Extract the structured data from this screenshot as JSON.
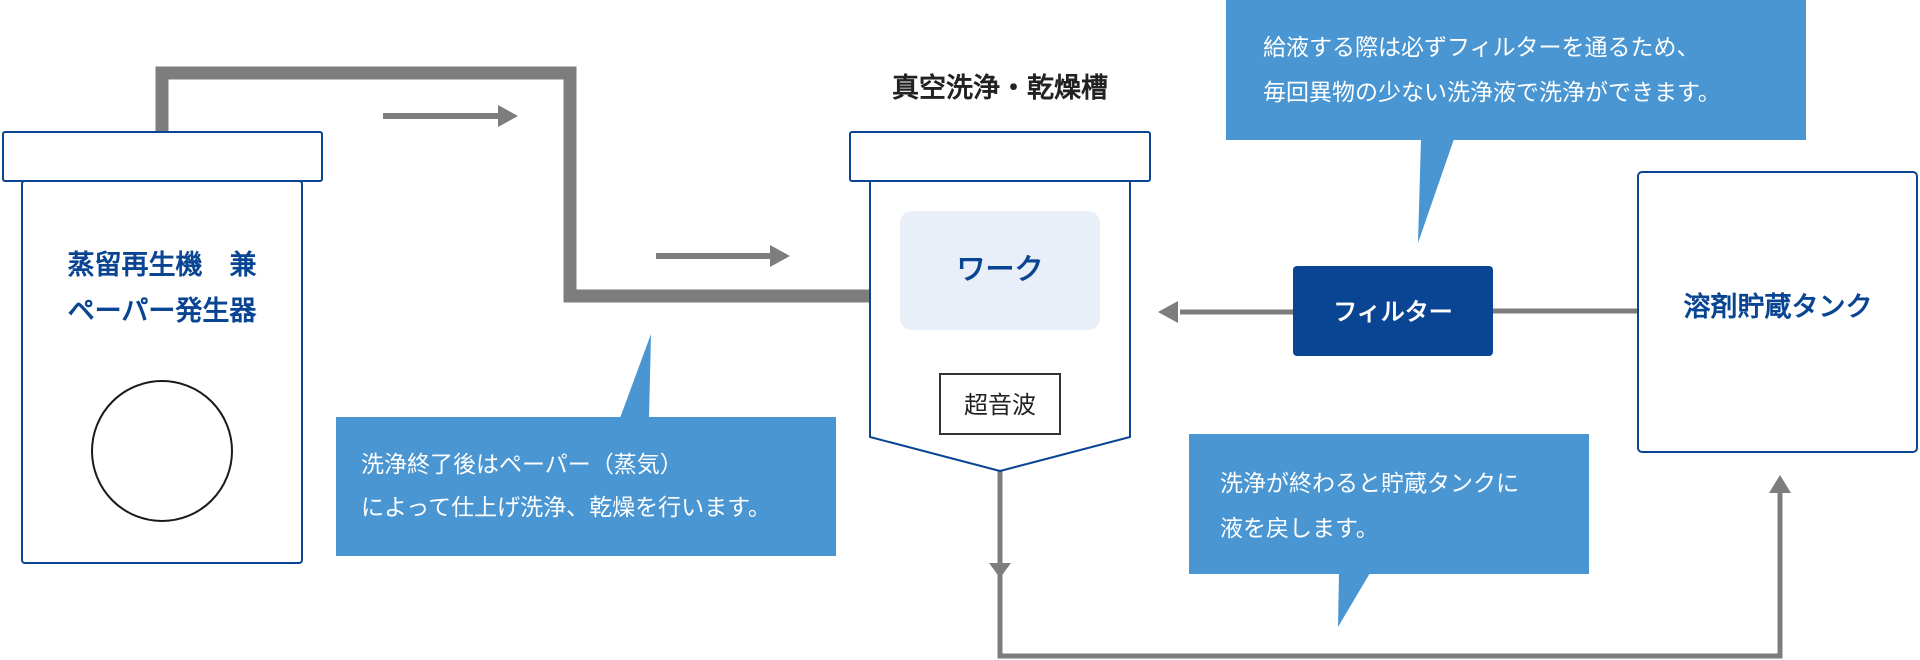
{
  "colors": {
    "pipe": "#7d7d7d",
    "outline": "#0a4594",
    "filter_fill": "#0a4594",
    "callout_fill": "#4a96d2",
    "work_fill": "#e9eff8",
    "label_blue": "#0a4594"
  },
  "distiller": {
    "title_line1": "蒸留再生機　兼",
    "title_line2": "ペーパー発生器"
  },
  "chamber": {
    "title": "真空洗浄・乾燥槽",
    "work_label": "ワーク",
    "ultrasonic_label": "超音波"
  },
  "filter": {
    "label": "フィルター"
  },
  "tank": {
    "label": "溶剤貯蔵タンク"
  },
  "callouts": {
    "paper": {
      "line1": "洗浄終了後はペーパー（蒸気）",
      "line2": "によって仕上げ洗浄、乾燥を行います。"
    },
    "filter": {
      "line1": "給液する際は必ずフィルターを通るため、",
      "line2": "毎回異物の少ない洗浄液で洗浄ができます。"
    },
    "return": {
      "line1": "洗浄が終わると貯蔵タンクに",
      "line2": "液を戻します。"
    }
  },
  "icons": {
    "flow_arrow": "arrow-right-icon",
    "return_arrow": "arrow-up-icon",
    "drain_arrow": "arrow-down-icon",
    "supply_arrow": "arrow-left-icon"
  }
}
